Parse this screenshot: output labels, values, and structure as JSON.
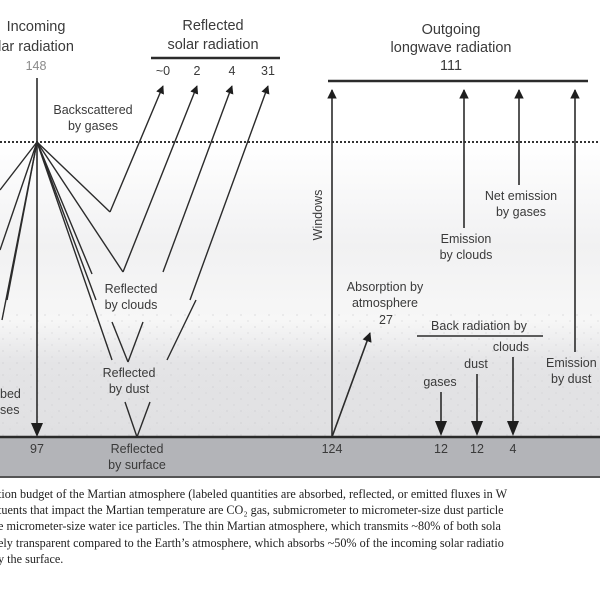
{
  "diagram": {
    "incoming": {
      "line1": "Incoming",
      "line2": "lar radiation",
      "value": "148"
    },
    "reflected_solar": {
      "line1": "Reflected",
      "line2": "solar radiation",
      "values": [
        "~0",
        "2",
        "4",
        "31"
      ]
    },
    "outgoing": {
      "line1": "Outgoing",
      "line2": "longwave radiation",
      "value": "111"
    },
    "backscattered": {
      "line1": "Backscattered",
      "line2": "by gases"
    },
    "reflected_clouds": {
      "line1": "Reflected",
      "line2": "by clouds"
    },
    "reflected_dust": {
      "line1": "Reflected",
      "line2": "by dust"
    },
    "reflected_surface": {
      "line1": "Reflected",
      "line2": "by surface"
    },
    "absorbed_gases": {
      "line1": "bed",
      "line2": "ses"
    },
    "windows": "Windows",
    "emission_clouds": {
      "line1": "Emission",
      "line2": "by clouds"
    },
    "net_emission_gases": {
      "line1": "Net emission",
      "line2": "by gases"
    },
    "absorption_atmosphere": {
      "line1": "Absorption by",
      "line2": "atmosphere",
      "value": "27"
    },
    "back_radiation": {
      "title": "Back radiation by",
      "clouds": "clouds",
      "dust": "dust",
      "gases": "gases"
    },
    "emission_dust": {
      "line1": "Emission",
      "line2": "by dust"
    },
    "surface_values": {
      "absorbed": "97",
      "emitted": "124",
      "gases": "12",
      "dust": "12",
      "clouds": "4"
    },
    "colors": {
      "surface": "#b3b4b8",
      "line": "#2b2b2b",
      "atmosphere_top": "#ffffff",
      "atmosphere_bottom": "#e2e2e4"
    }
  },
  "caption": {
    "lines": [
      "tion budget of the Martian atmosphere (labeled quantities are absorbed, reflected, or emitted fluxes in W",
      "tuents that impact the Martian temperature are CO₂ gas, submicrometer to micrometer-size dust particle",
      "e micrometer-size water ice particles. The thin Martian atmosphere, which transmits ~80% of both sola",
      "ely transparent compared to the Earth’s atmosphere, which absorbs ~50% of the incoming solar radiatio",
      "y the surface."
    ]
  }
}
